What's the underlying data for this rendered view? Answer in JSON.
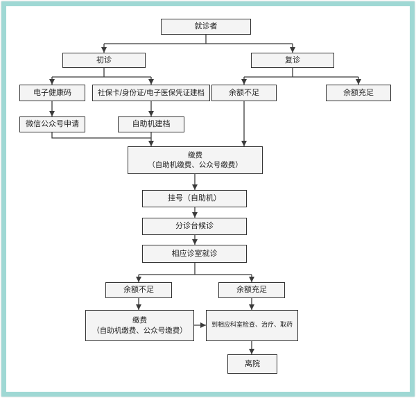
{
  "diagram": {
    "nodes": {
      "patient": "就诊者",
      "first_visit": "初诊",
      "return_visit": "复诊",
      "health_code": "电子健康码",
      "id_registration": "社保卡/身份证/电子医保凭证建档",
      "balance_low_top": "余额不足",
      "balance_ok_top": "余额充足",
      "wechat_apply": "微信公众号申请",
      "kiosk_registration": "自助机建档",
      "payment_top": {
        "line1": "缴费",
        "line2": "（自助机缴费、公众号缴费）"
      },
      "register": "挂号（自助机）",
      "triage_wait": "分诊台候诊",
      "consult_room": "相应诊室就诊",
      "balance_low_bottom": "余额不足",
      "balance_ok_bottom": "余额充足",
      "payment_bottom": {
        "line1": "缴费",
        "line2": "（自助机缴费、公众号缴费）"
      },
      "exam_treatment": "到相应科室检查、治疗、取药",
      "discharge": "离院"
    },
    "colors": {
      "frame": "#9fd8d4",
      "box_fill": "#f4f4f4",
      "box_border": "#333333",
      "line": "#3a3a3a"
    }
  }
}
